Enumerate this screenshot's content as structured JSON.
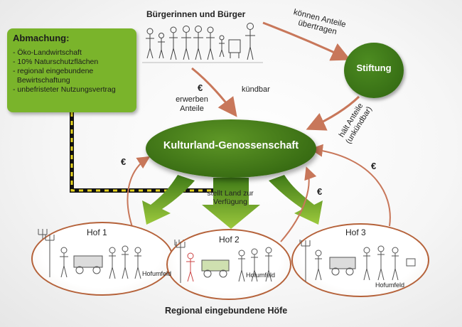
{
  "citizens": {
    "title": "Bürgerinnen und Bürger"
  },
  "agreement": {
    "title": "Abmachung:",
    "items": [
      "- Öko-Landwirtschaft",
      "- 10% Naturschutzflächen",
      "- regional eingebundene",
      "  Bewirtschaftung",
      "- unbefristeter Nutzungsvertrag"
    ]
  },
  "foundation": {
    "label": "Stiftung"
  },
  "cooperative": {
    "label": "Kulturland-Genossenschaft"
  },
  "arrows": {
    "transfer": "können Anteile übertragen",
    "holds": "hält Anteile (unkündbar)",
    "acquire": "erwerben Anteile",
    "cancelable": "kündbar",
    "provides_land": "stellt Land zur Verfügung",
    "euro": "€"
  },
  "farms": [
    {
      "name": "Hof 1",
      "field": "Hofumfeld"
    },
    {
      "name": "Hof 2",
      "field": "Hofumfeld"
    },
    {
      "name": "Hof 3",
      "field": "Hofumfeld"
    }
  ],
  "footer": {
    "caption": "Regional eingebundene Höfe"
  },
  "colors": {
    "green_light": "#7ab42b",
    "green_dark": "#3a6e14",
    "arrow": "#c8775a",
    "farm_border": "#b5623a"
  }
}
